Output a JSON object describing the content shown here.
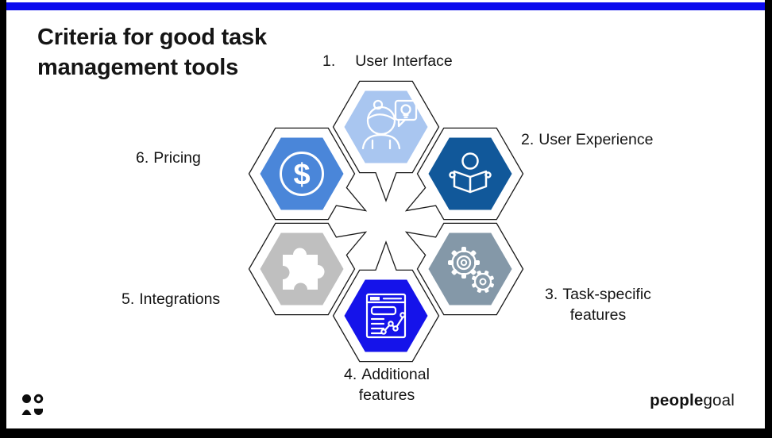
{
  "frame": {
    "top_bar_color": "#0b0bee",
    "side_color": "#000000"
  },
  "title": {
    "line1": "Criteria for good task",
    "line2": "management tools"
  },
  "colors": {
    "icon_stroke": "#ffffff",
    "hex_outline": "#1a1a1a"
  },
  "hexagons": [
    {
      "id": "user-interface",
      "number": "1.",
      "name": "User Interface",
      "name_line2": "",
      "color": "#a9c6f0",
      "icon": "woman-idea-icon"
    },
    {
      "id": "user-experience",
      "number": "2.",
      "name": "User Experience",
      "name_line2": "",
      "color": "#11589a",
      "icon": "person-reading-icon"
    },
    {
      "id": "task-specific-features",
      "number": "3.",
      "name": "Task-specific",
      "name_line2": "features",
      "color": "#8498a8",
      "icon": "gears-icon"
    },
    {
      "id": "additional-features",
      "number": "4.",
      "name": "Additional",
      "name_line2": "features",
      "color": "#1513ea",
      "icon": "report-chart-icon"
    },
    {
      "id": "integrations",
      "number": "5.",
      "name": "Integrations",
      "name_line2": "",
      "color": "#bfbfbf",
      "icon": "puzzle-icon"
    },
    {
      "id": "pricing",
      "number": "6.",
      "name": "Pricing",
      "name_line2": "",
      "color": "#4a86d9",
      "icon": "dollar-icon"
    }
  ],
  "footer": {
    "brand_bold": "people",
    "brand_regular": "goal",
    "logo_icon": "peoplegoal-people-icon"
  }
}
